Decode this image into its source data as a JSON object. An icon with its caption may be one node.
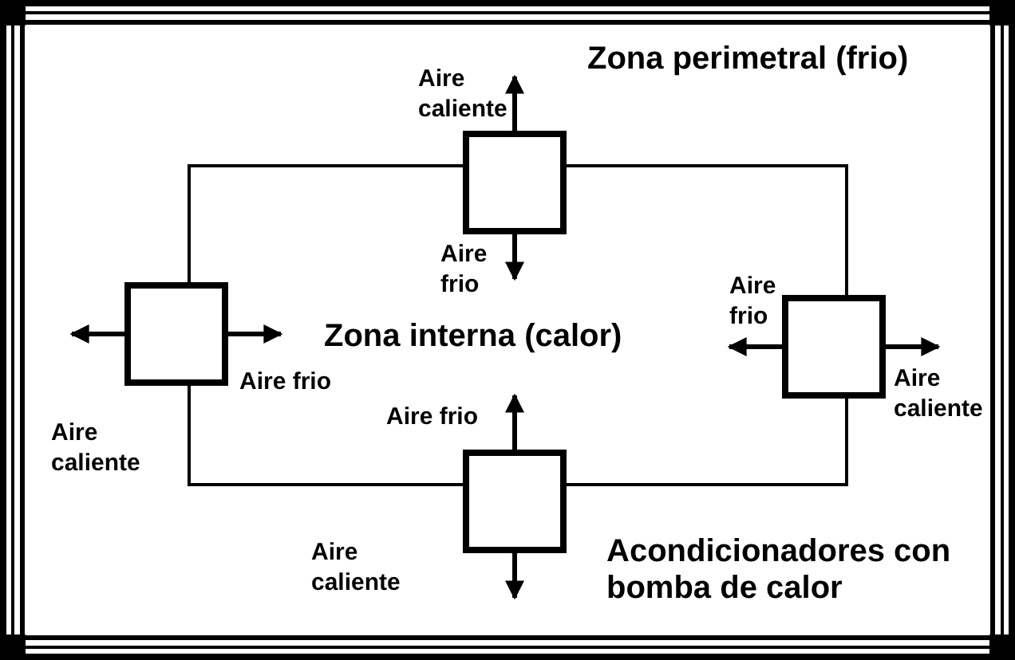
{
  "diagram": {
    "nodes": [
      {
        "text": [],
        "shape": "box"
      },
      {
        "text": [],
        "shape": "box"
      },
      {
        "text": [],
        "shape": "box"
      },
      {
        "text": [],
        "shape": "box"
      }
    ],
    "edges": [
      {
        "from": 0,
        "to": 1,
        "arrow": "none"
      },
      {
        "from": 0,
        "to": 2,
        "arrow": "none"
      },
      {
        "from": 1,
        "to": 3,
        "arrow": "none"
      },
      {
        "from": 2,
        "to": 3,
        "arrow": "none"
      },
      {
        "from": 0,
        "to": null,
        "arrow": "to",
        "label": "Aire caliente"
      },
      {
        "from": 0,
        "to": null,
        "arrow": "to",
        "label": "Aire frio"
      },
      {
        "from": 1,
        "to": null,
        "arrow": "to",
        "label": "Aire caliente"
      },
      {
        "from": 1,
        "to": null,
        "arrow": "to",
        "label": "Aire frio"
      },
      {
        "from": 2,
        "to": null,
        "arrow": "to",
        "label": "Aire frio"
      },
      {
        "from": 2,
        "to": null,
        "arrow": "to",
        "label": "Aire caliente"
      },
      {
        "from": 3,
        "to": null,
        "arrow": "to",
        "label": "Aire frio"
      },
      {
        "from": 3,
        "to": null,
        "arrow": "to",
        "label": "Aire caliente"
      }
    ],
    "labels": [
      "Zona perimetral (frio)",
      "Zona interna (calor)",
      "Acondicionadores con bomba de calor"
    ]
  }
}
